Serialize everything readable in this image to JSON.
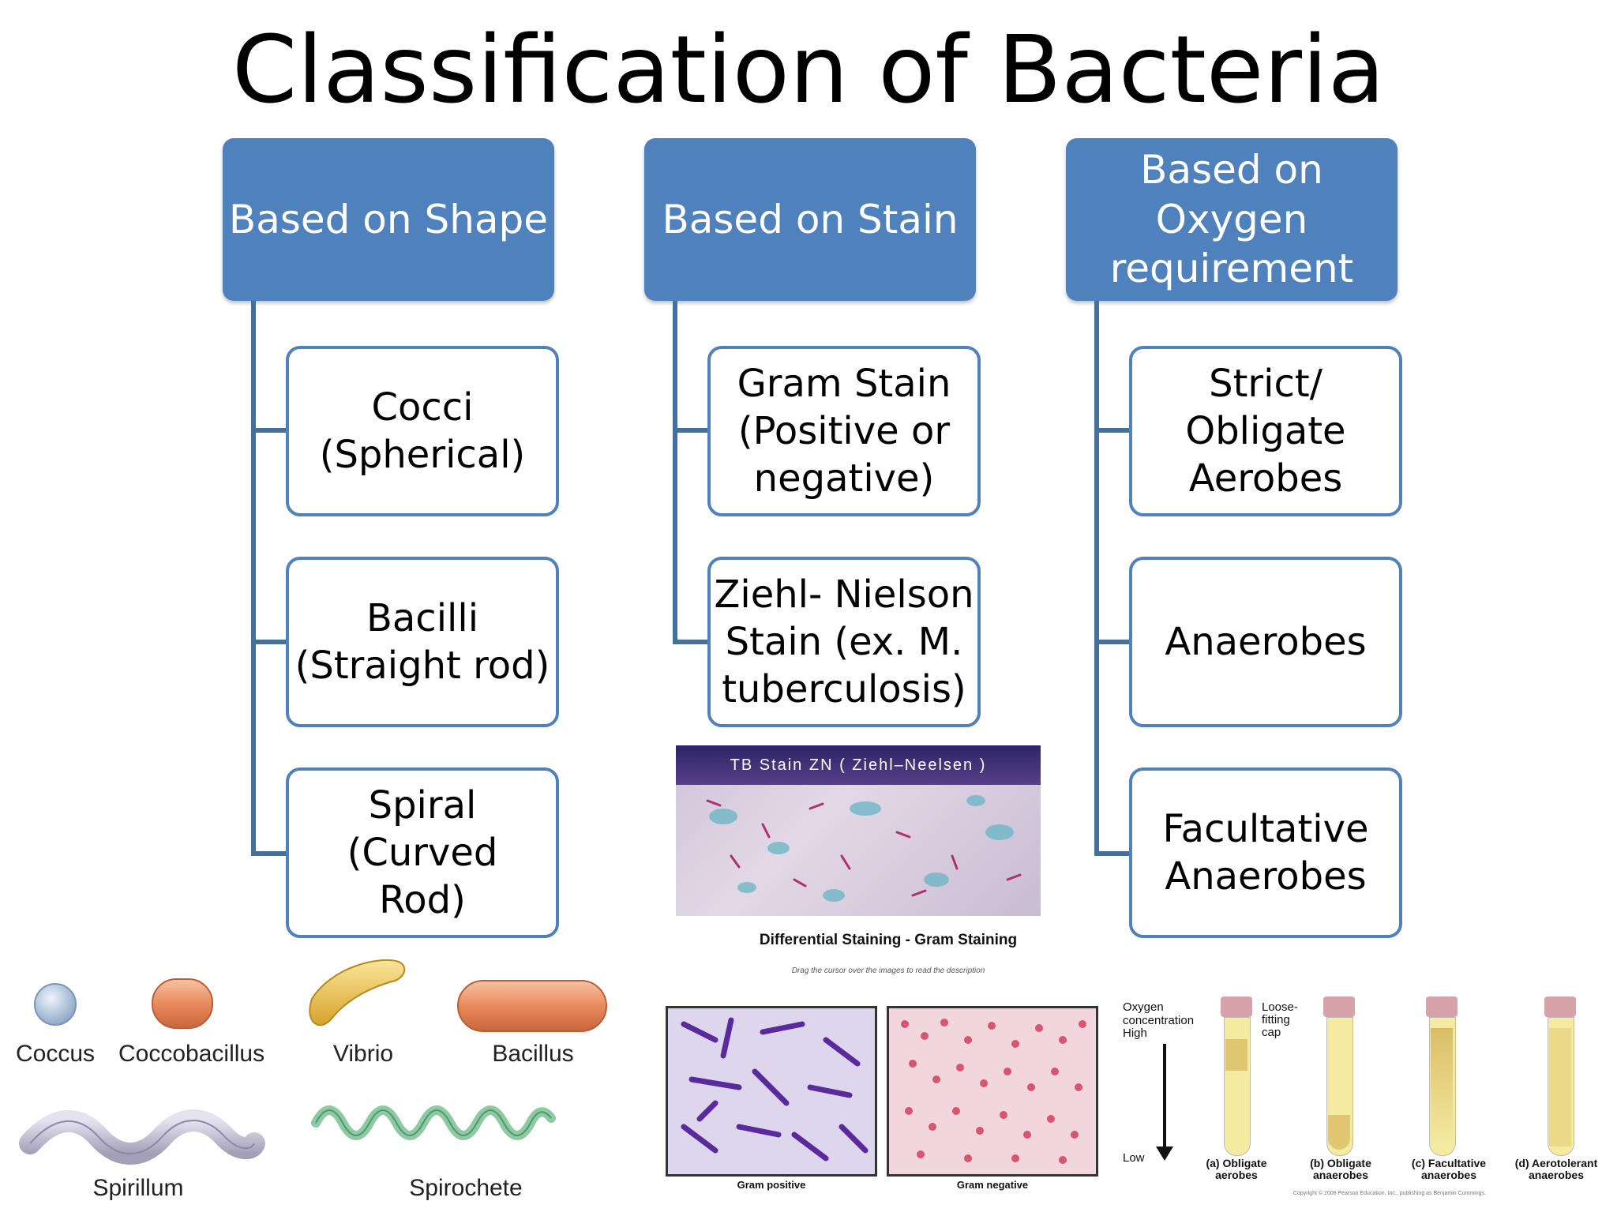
{
  "title": "Classification of Bacteria",
  "colors": {
    "header_fill": "#4f81bd",
    "connector": "#41719c",
    "child_border": "#4f81bd"
  },
  "columns": [
    {
      "header": "Based on Shape",
      "items": [
        "Cocci\n(Spherical)",
        "Bacilli\n(Straight rod)",
        "Spiral (Curved\nRod)"
      ]
    },
    {
      "header": "Based on Stain",
      "items": [
        "Gram Stain\n(Positive or\nnegative)",
        "Ziehl- Nielson\nStain (ex. M.\ntuberculosis)"
      ]
    },
    {
      "header": "Based on Oxygen\nrequirement",
      "items": [
        "Strict/\nObligate\nAerobes",
        "Anaerobes",
        "Facultative\nAnaerobes"
      ]
    }
  ],
  "shapes_figure": {
    "labels": [
      "Coccus",
      "Coccobacillus",
      "Vibrio",
      "Bacillus",
      "Spirillum",
      "Spirochete"
    ]
  },
  "tb_stain": {
    "caption": "TB Stain ZN ( Ziehl–Neelsen )"
  },
  "gram_figure": {
    "title": "Differential Staining - Gram Staining",
    "subtitle": "Drag the cursor over the images to read the description",
    "left_label": "Gram positive",
    "right_label": "Gram negative"
  },
  "oxygen_figure": {
    "axis_title": "Oxygen\nconcentration\nHigh",
    "low_label": "Low",
    "cap_label": "Loose-\nfitting\ncap",
    "tubes": [
      "(a) Obligate\naerobes",
      "(b) Obligate\nanaerobes",
      "(c) Facultative\nanaerobes",
      "(d) Aerotolerant\nanaerobes"
    ],
    "copyright": "Copyright © 2008 Pearson Education, Inc., publishing as Benjamin Cummings."
  }
}
